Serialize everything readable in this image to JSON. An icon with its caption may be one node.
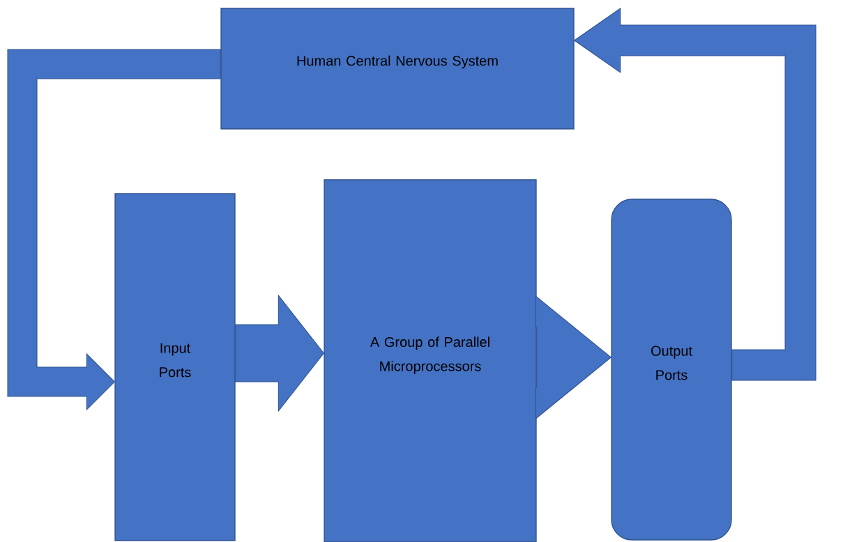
{
  "diagram": {
    "nodes": [
      {
        "text": [
          "Human Central Nervous System"
        ]
      },
      {
        "text": [
          "Input Ports"
        ]
      },
      {
        "text": [
          "A Group of Parallel Microprocessors"
        ]
      },
      {
        "text": [
          "Output Ports"
        ]
      }
    ],
    "edges": [
      {
        "from": 1,
        "to": 2,
        "arrow": "to"
      },
      {
        "from": 2,
        "to": 3,
        "arrow": "to"
      },
      {
        "from": 3,
        "to": 0,
        "arrow": "to"
      },
      {
        "from": 0,
        "to": 1,
        "arrow": "to"
      }
    ]
  }
}
